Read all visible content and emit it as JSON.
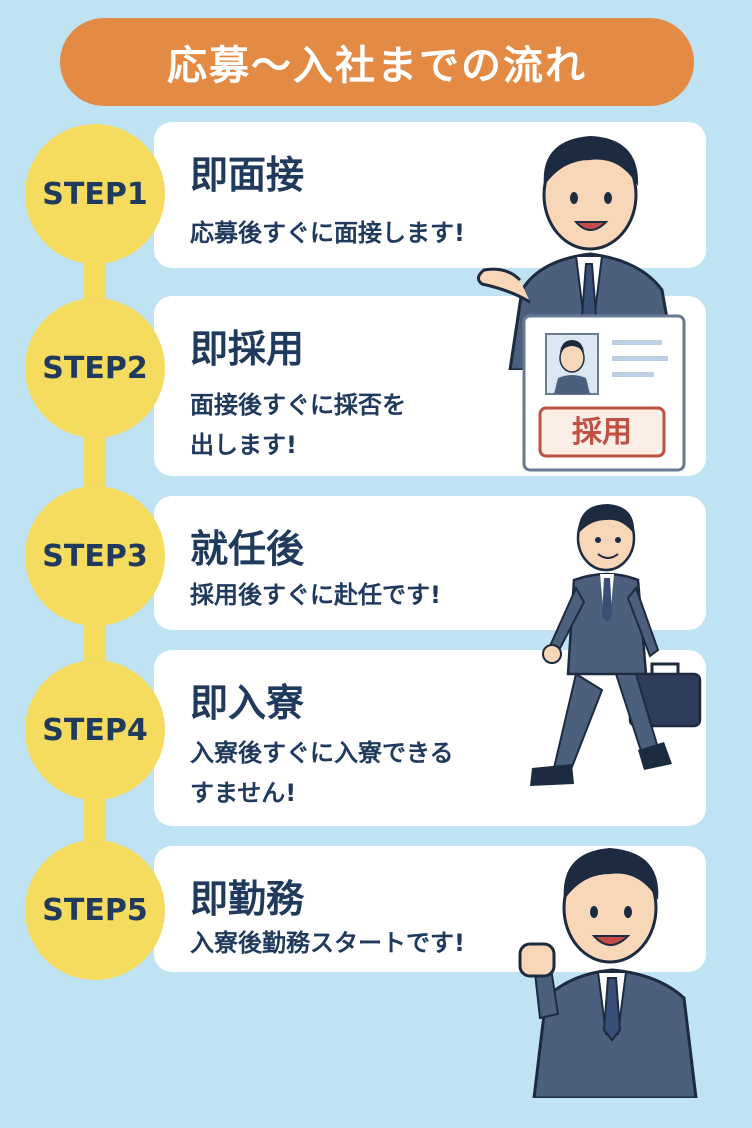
{
  "title": "応募〜入社までの流れ",
  "steps": [
    {
      "label": "STEP1",
      "title": "即面接",
      "desc": [
        "応募後すぐに面接します!"
      ]
    },
    {
      "label": "STEP2",
      "title": "即採用",
      "desc": [
        "面接後すぐに採否を",
        "出します!"
      ]
    },
    {
      "label": "STEP3",
      "title": "就任後",
      "desc": [
        "採用後すぐに赴任です!"
      ]
    },
    {
      "label": "STEP4",
      "title": "即入寮",
      "desc": [
        "入寮後すぐに入寮できる",
        "すません!"
      ]
    },
    {
      "label": "STEP5",
      "title": "即勤務",
      "desc": [
        "入寮後勤務スタートです!"
      ]
    }
  ],
  "stamp_text": "採用",
  "colors": {
    "background": "#bfe3f2",
    "title_pill": "#e38a45",
    "step_circle": "#f5db5e",
    "text": "#1f3a5c"
  }
}
